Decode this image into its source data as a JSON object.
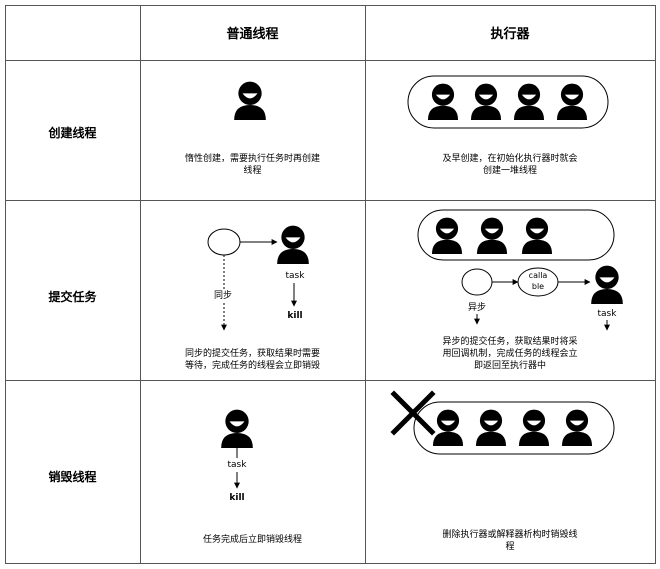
{
  "headers": {
    "normal_thread": "普通线程",
    "executor": "执行器"
  },
  "rows": {
    "create": {
      "label": "创建线程",
      "normal_desc_1": "惰性创建，需要执行任务时再创建",
      "normal_desc_2": "线程",
      "executor_desc_1": "及早创建，在初始化执行器时就会",
      "executor_desc_2": "创建一堆线程"
    },
    "submit": {
      "label": "提交任务",
      "sync": "同步",
      "task": "task",
      "kill": "kill",
      "normal_desc_1": "同步的提交任务，获取结果时需要",
      "normal_desc_2": "等待，完成任务的线程会立即销毁",
      "async": "异步",
      "callable_1": "calla",
      "callable_2": "ble",
      "exec_task": "task",
      "executor_desc_1": "异步的提交任务，获取结果时将采",
      "executor_desc_2": "用回调机制，完成任务的线程会立",
      "executor_desc_3": "即返回至执行器中"
    },
    "destroy": {
      "label": "销毁线程",
      "task": "task",
      "kill": "kill",
      "normal_desc": "任务完成后立即销毁线程",
      "executor_desc_1": "删除执行器或解释器析构时销毁线",
      "executor_desc_2": "程"
    }
  },
  "icons": {
    "thread": "person-icon",
    "destroyed": "x-mark-icon"
  },
  "colors": {
    "line": "#000000",
    "grid": "#555555"
  }
}
